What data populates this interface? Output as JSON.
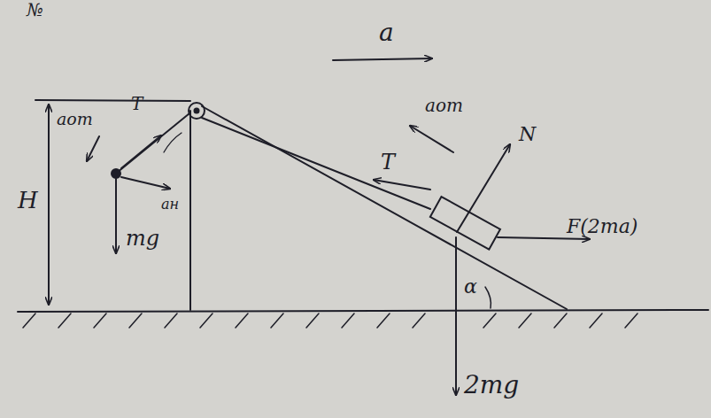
{
  "diagram": {
    "labels": [
      "№",
      "a",
      "H",
      "aот",
      "T",
      "aн",
      "mg",
      "aот",
      "T",
      "N",
      "F(2ma)",
      "α",
      "2mg"
    ]
  }
}
